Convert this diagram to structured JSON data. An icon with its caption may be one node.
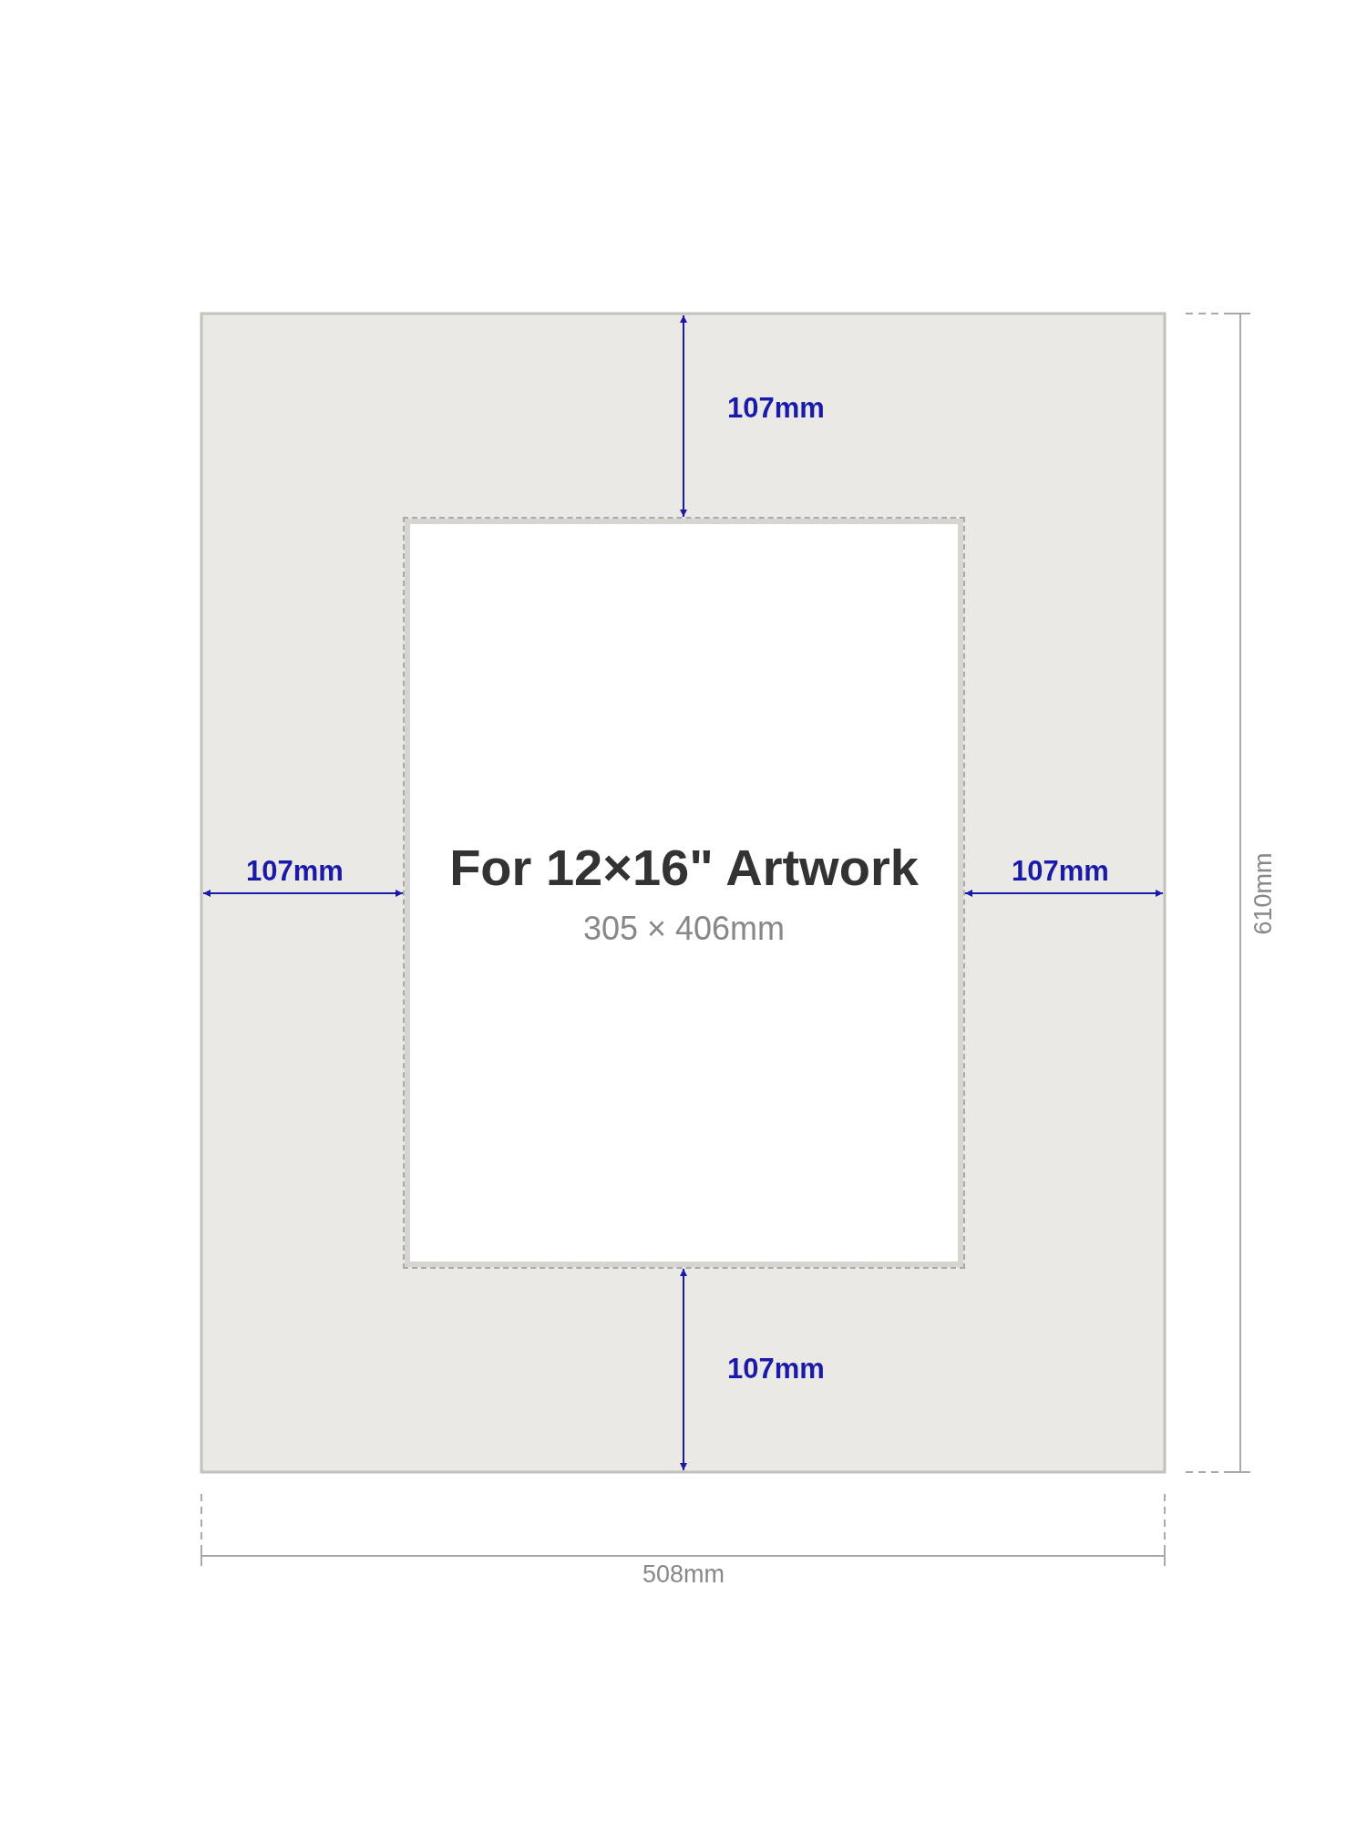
{
  "diagram": {
    "nodes": [
      {
        "text": [
          "For 12×16\" Artwork",
          "305 × 406mm"
        ]
      }
    ],
    "labels": [
      "107mm",
      "107mm",
      "107mm",
      "610mm",
      "107mm",
      "508mm"
    ]
  }
}
